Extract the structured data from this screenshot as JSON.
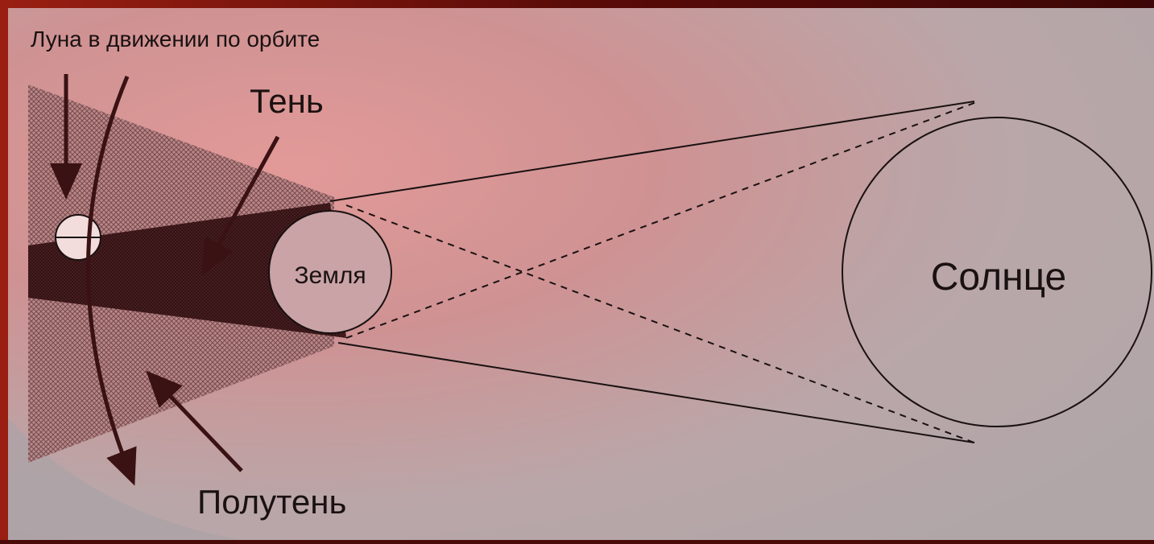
{
  "labels": {
    "moon_orbit": "Луна в движении по орбите",
    "umbra": "Тень",
    "penumbra": "Полутень",
    "earth": "Земля",
    "sun": "Солнце"
  },
  "colors": {
    "background_red": "#6b0f0b",
    "panel_pink": "#d08a8a",
    "panel_grey": "#b3a7a9",
    "line": "#1a1111",
    "shadow_dark": "#3a1416"
  }
}
